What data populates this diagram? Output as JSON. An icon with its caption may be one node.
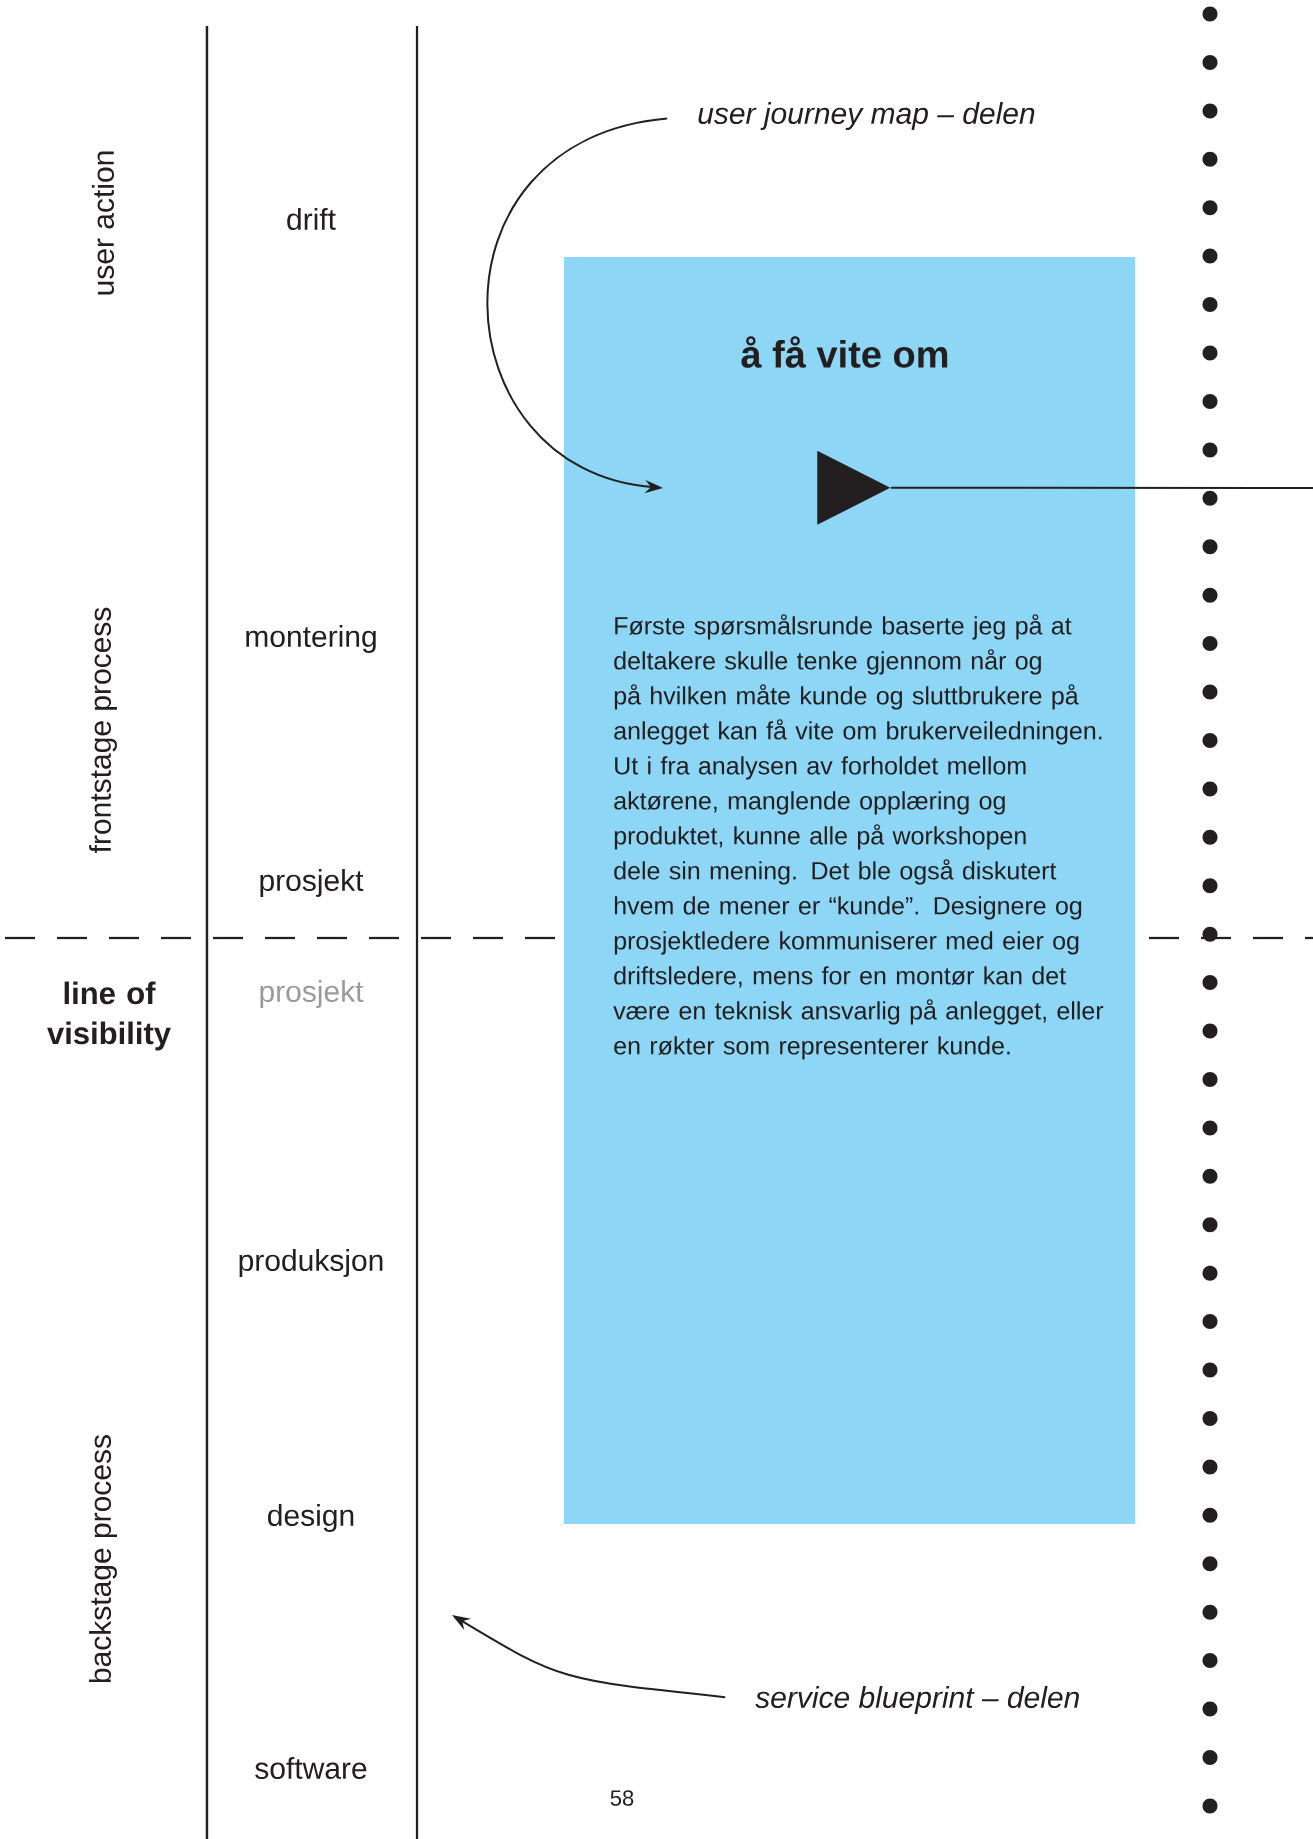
{
  "diagram": {
    "nodes": [
      {
        "text": [
          "user journey map – delen"
        ]
      },
      {
        "text": [
          "å få vite om",
          "Første spørsmålsrunde baserte jeg på at deltakere skulle tenke gjennom når og på hvilken måte kunde og sluttbrukere på anlegget kan få vite om brukerveiledningen. Ut i fra analysen av forholdet mellom aktørene, manglende opplæring og produktet, kunne alle på workshopen dele sin mening. Det ble også diskutert hvem de mener er “kunde”. Designere og prosjektledere kommuniserer med eier og driftsledere, mens for en montør kan det være en teknisk ansvarlig på anlegget, eller en røkter som representerer kunde."
        ]
      },
      {
        "text": [],
        "shape": "triangle",
        "in": 1
      },
      {
        "text": [
          "service blueprint – delen"
        ]
      }
    ],
    "edges": [
      {
        "from": 0,
        "to": null,
        "arrow": "to"
      },
      {
        "from": 2,
        "to": null,
        "arrow": "none"
      },
      {
        "from": 3,
        "to": null,
        "arrow": "to"
      }
    ],
    "labels": [
      "user action",
      "drift",
      "montering",
      "frontstage process",
      "prosjekt",
      "line of visibility",
      "prosjekt",
      "produksjon",
      "design",
      "backstage process",
      "software",
      "58"
    ]
  }
}
